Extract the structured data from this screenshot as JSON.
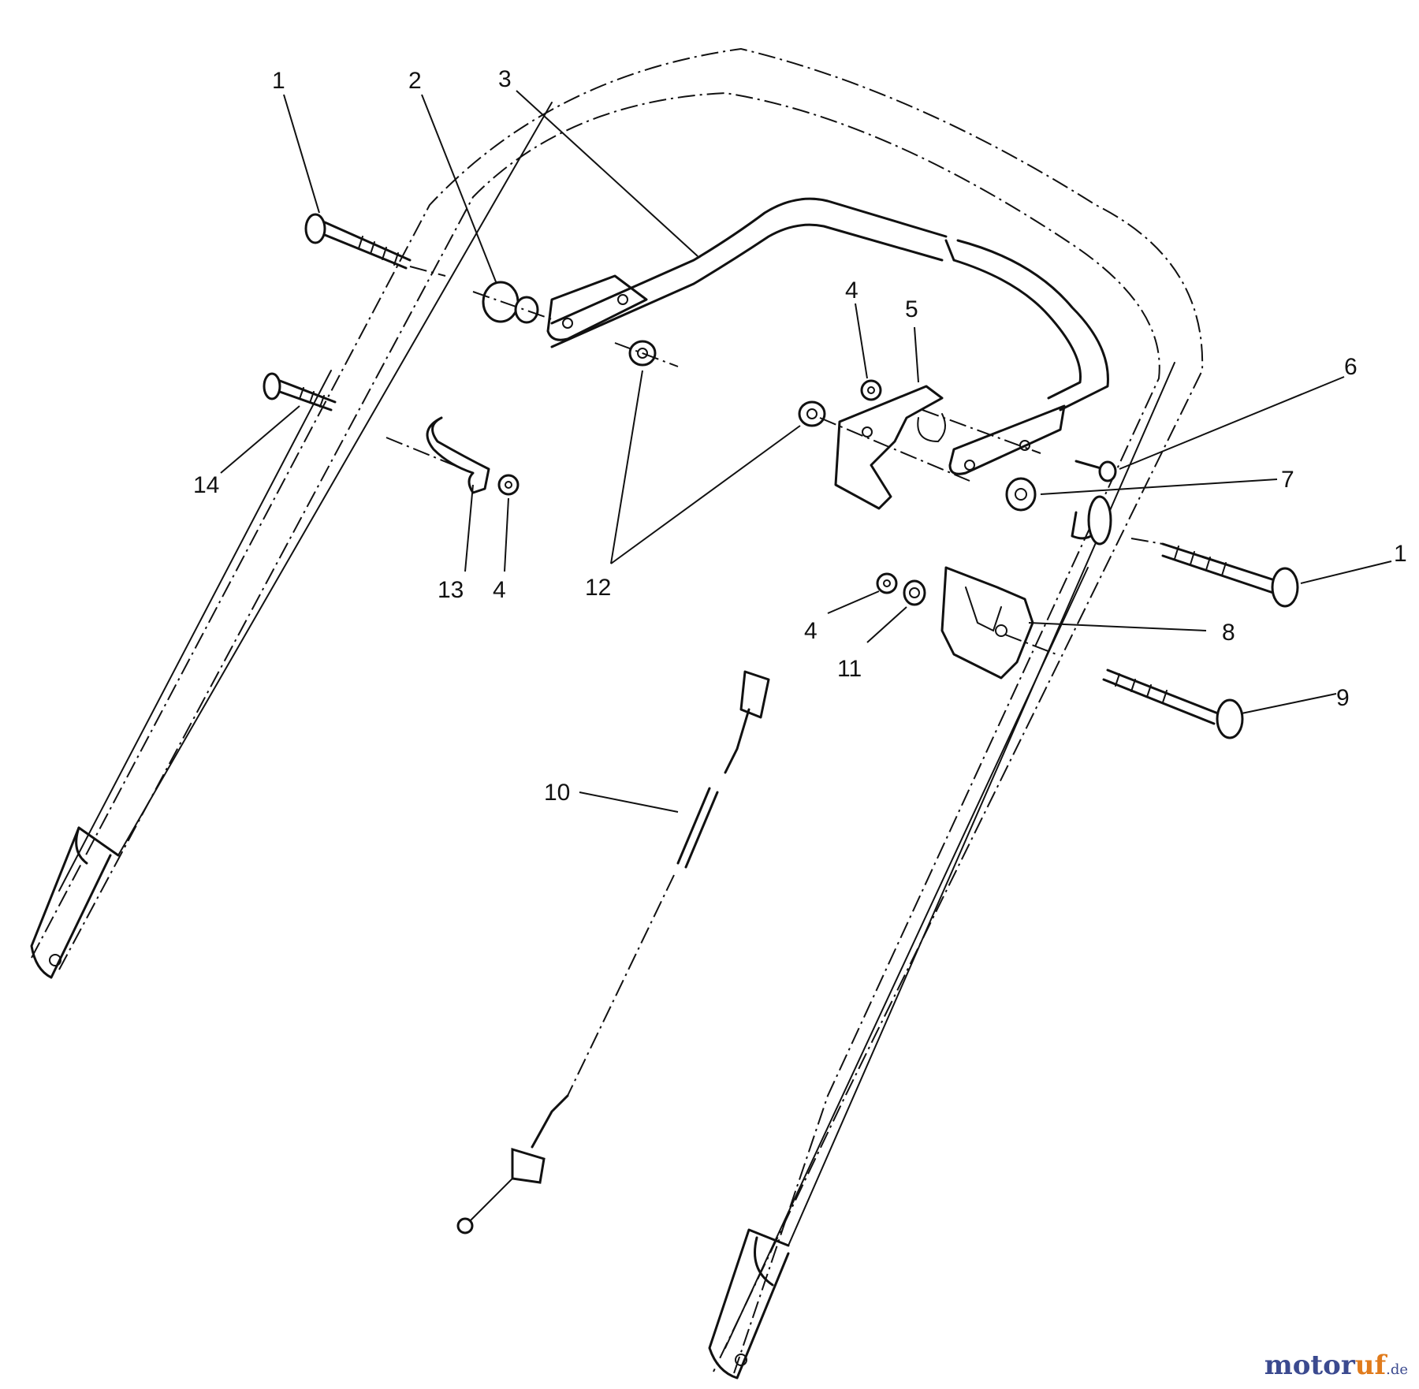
{
  "callouts": {
    "c1a": "1",
    "c2": "2",
    "c3": "3",
    "c4a": "4",
    "c5": "5",
    "c6": "6",
    "c7": "7",
    "c14": "14",
    "c13": "13",
    "c4b": "4",
    "c12": "12",
    "c1b": "1",
    "c4c": "4",
    "c11": "11",
    "c8": "8",
    "c9": "9",
    "c10": "10"
  },
  "watermark": {
    "part1": "motor",
    "part2": "uf",
    "part3": ".de"
  }
}
